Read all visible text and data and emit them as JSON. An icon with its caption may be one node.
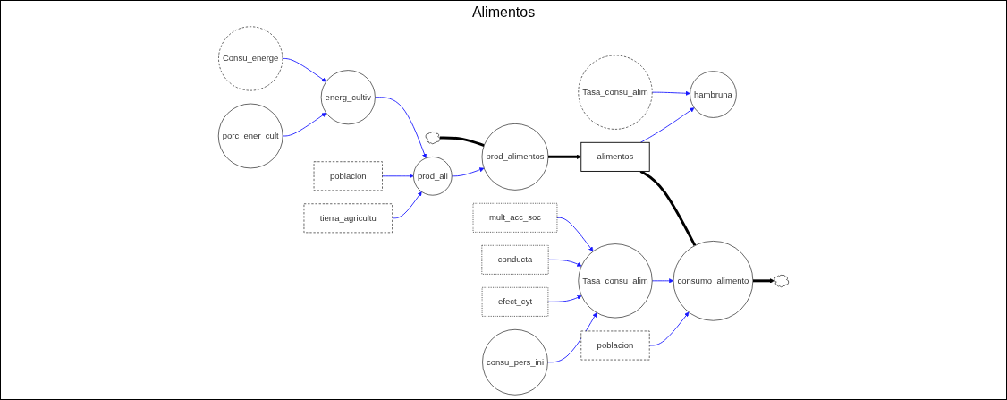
{
  "diagram": {
    "title": "Alimentos",
    "nodes": [
      {
        "text": [
          "porc_ener_cult"
        ]
      },
      {
        "text": [
          "Consu_energe"
        ]
      },
      {
        "text": [
          "energ_cultiv"
        ]
      },
      {
        "text": [],
        "shape": "cloud"
      },
      {
        "text": [
          "prod_alimentos"
        ]
      },
      {
        "text": [
          "alimentos"
        ]
      },
      {
        "text": [
          "consumo_alimento"
        ]
      },
      {
        "text": [],
        "shape": "cloud"
      },
      {
        "text": [
          "mult_acc_soc"
        ]
      },
      {
        "text": [
          "conducta"
        ]
      },
      {
        "text": [
          "Tasa_consu_alim"
        ]
      },
      {
        "text": [
          "poblacion"
        ]
      },
      {
        "text": [
          "prod_ali"
        ]
      },
      {
        "text": [
          "poblacion"
        ]
      },
      {
        "text": [
          "hambruna"
        ]
      },
      {
        "text": [
          "Tasa_consu_alim"
        ]
      },
      {
        "text": [
          "tierra_agricultu"
        ]
      },
      {
        "text": [
          "efect_cyt"
        ]
      },
      {
        "text": [
          "consu_pers_ini"
        ]
      }
    ],
    "edges": [
      {
        "from": 3,
        "to": 4,
        "arrow": "none",
        "style": "thick",
        "color": "#000000"
      },
      {
        "from": 4,
        "to": 5,
        "arrow": "to",
        "style": "thick",
        "color": "#000000"
      },
      {
        "from": 5,
        "to": 6,
        "arrow": "none",
        "style": "thick",
        "color": "#000000"
      },
      {
        "from": 6,
        "to": 7,
        "arrow": "to",
        "style": "thick",
        "color": "#000000"
      },
      {
        "from": 0,
        "to": 2,
        "arrow": "to"
      },
      {
        "from": 1,
        "to": 2,
        "arrow": "to"
      },
      {
        "from": 2,
        "to": 12,
        "arrow": "to"
      },
      {
        "from": 11,
        "to": 12,
        "arrow": "to"
      },
      {
        "from": 16,
        "to": 12,
        "arrow": "to"
      },
      {
        "from": 12,
        "to": 4,
        "arrow": "to"
      },
      {
        "from": 5,
        "to": 14,
        "arrow": "to"
      },
      {
        "from": 15,
        "to": 14,
        "arrow": "to"
      },
      {
        "from": 10,
        "to": 6,
        "arrow": "to"
      },
      {
        "from": 13,
        "to": 6,
        "arrow": "to"
      },
      {
        "from": 8,
        "to": 10,
        "arrow": "to"
      },
      {
        "from": 9,
        "to": 10,
        "arrow": "to"
      },
      {
        "from": 17,
        "to": 10,
        "arrow": "to"
      },
      {
        "from": 18,
        "to": 10,
        "arrow": "to"
      }
    ]
  }
}
